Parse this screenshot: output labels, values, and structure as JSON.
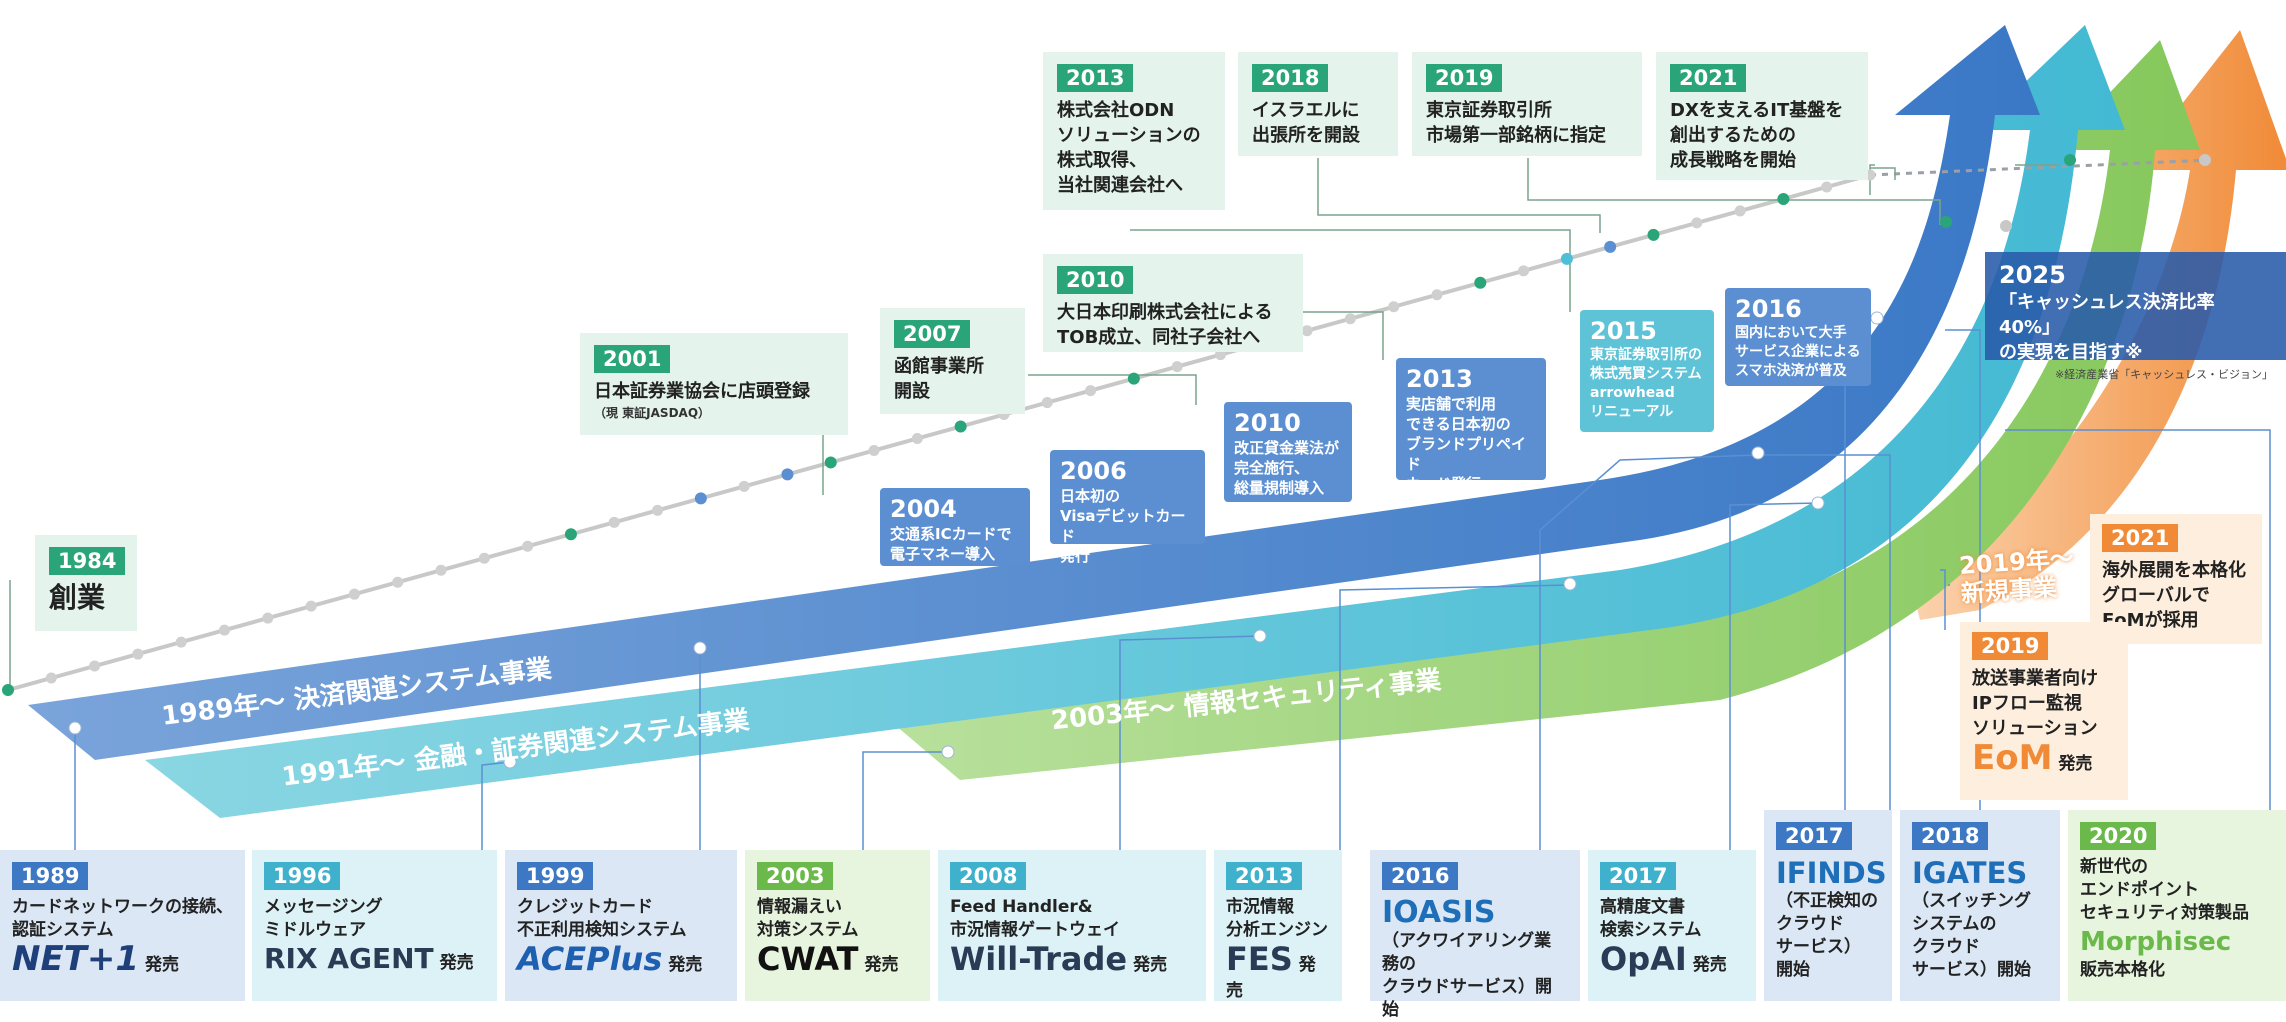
{
  "timeline_top": [
    {
      "year": "1984",
      "text": "創業"
    },
    {
      "year": "2001",
      "text": "日本証券業協会に店頭登録",
      "sub": "（現 東証JASDAQ）"
    },
    {
      "year": "2007",
      "text": "函館事業所\n開設"
    },
    {
      "year": "2010",
      "text": "大日本印刷株式会社による\nTOB成立、同社子会社へ"
    },
    {
      "year": "2013",
      "text": "株式会社ODN\nソリューションの\n株式取得、\n当社関連会社へ"
    },
    {
      "year": "2018",
      "text": "イスラエルに\n出張所を開設"
    },
    {
      "year": "2019",
      "text": "東京証券取引所\n市場第一部銘柄に指定"
    },
    {
      "year": "2021",
      "text": "DXを支えるIT基盤を\n創出するための\n成長戦略を開始"
    }
  ],
  "timeline_callouts": [
    {
      "year": "2004",
      "text": "交通系ICカードで\n電子マネー導入"
    },
    {
      "year": "2006",
      "text": "日本初の\nVisaデビットカード\n発行"
    },
    {
      "year": "2010",
      "text": "改正貸金業法が\n完全施行、\n総量規制導入"
    },
    {
      "year": "2013",
      "text": "実店舗で利用\nできる日本初の\nブランドプリペイド\nカード発行"
    },
    {
      "year": "2015",
      "text": "東京証券取引所の\n株式売買システム\narrowhead\nリニューアル"
    },
    {
      "year": "2016",
      "text": "国内において大手\nサービス企業による\nスマホ決済が普及"
    }
  ],
  "goal": {
    "year": "2025",
    "text": "「キャッシュレス決済比率40%」\nの実現を目指す※",
    "note": "※経済産業省「キャッシュレス・ビジョン」"
  },
  "bands": [
    {
      "label": "1989年～ 決済関連システム事業",
      "color": "#3d7cc9"
    },
    {
      "label": "1991年～ 金融・証券関連システム事業",
      "color": "#4dbfd6"
    },
    {
      "label": "2003年～ 情報セキュリティ事業",
      "color": "#8fcc6a"
    },
    {
      "label": "2019年～\n新規事業",
      "color": "#f08a36"
    }
  ],
  "new_business": [
    {
      "year": "2021",
      "text": "海外展開を本格化\nグローバルで\nEoMが採用"
    },
    {
      "year": "2019",
      "text": "放送事業者向け\nIPフロー監視\nソリューション",
      "product": "EoM",
      "suffix": "発売"
    }
  ],
  "products": [
    {
      "year": "1989",
      "text": "カードネットワークの接続、\n認証システム",
      "product": "NET+1",
      "suffix": "発売"
    },
    {
      "year": "1996",
      "text": "メッセージング\nミドルウェア",
      "product": "RIX AGENT",
      "suffix": "発売"
    },
    {
      "year": "1999",
      "text": "クレジットカード\n不正利用検知システム",
      "product": "ACEPlus",
      "suffix": "発売"
    },
    {
      "year": "2003",
      "text": "情報漏えい\n対策システム",
      "product": "CWAT",
      "suffix": "発売"
    },
    {
      "year": "2008",
      "text": "Feed Handler&\n市況情報ゲートウェイ",
      "product": "Will-Trade",
      "suffix": "発売"
    },
    {
      "year": "2013",
      "text": "市況情報\n分析エンジン",
      "product": "FES",
      "suffix": "発売"
    },
    {
      "year": "2016",
      "product": "IOASIS",
      "text": "（アクワイアリング業務の\nクラウドサービス）開始"
    },
    {
      "year": "2017",
      "text": "高精度文書\n検索システム",
      "product": "OpAI",
      "suffix": "発売"
    },
    {
      "year": "2017",
      "product": "IFINDS",
      "text": "（不正検知の\nクラウド\nサービス）\n開始"
    },
    {
      "year": "2018",
      "product": "IGATES",
      "text": "（スイッチング\nシステムの\nクラウド\nサービス）開始"
    },
    {
      "year": "2020",
      "text": "新世代の\nエンドポイント\nセキュリティ対策製品",
      "product": "Morphisec",
      "suffix": "販売本格化"
    }
  ],
  "colors": {
    "green": "#2aa579",
    "blue": "#3d7cc9",
    "cyan": "#4dbfd6",
    "lime": "#8fcc6a",
    "orange": "#f08a36",
    "navy": "#1f3f7a"
  }
}
